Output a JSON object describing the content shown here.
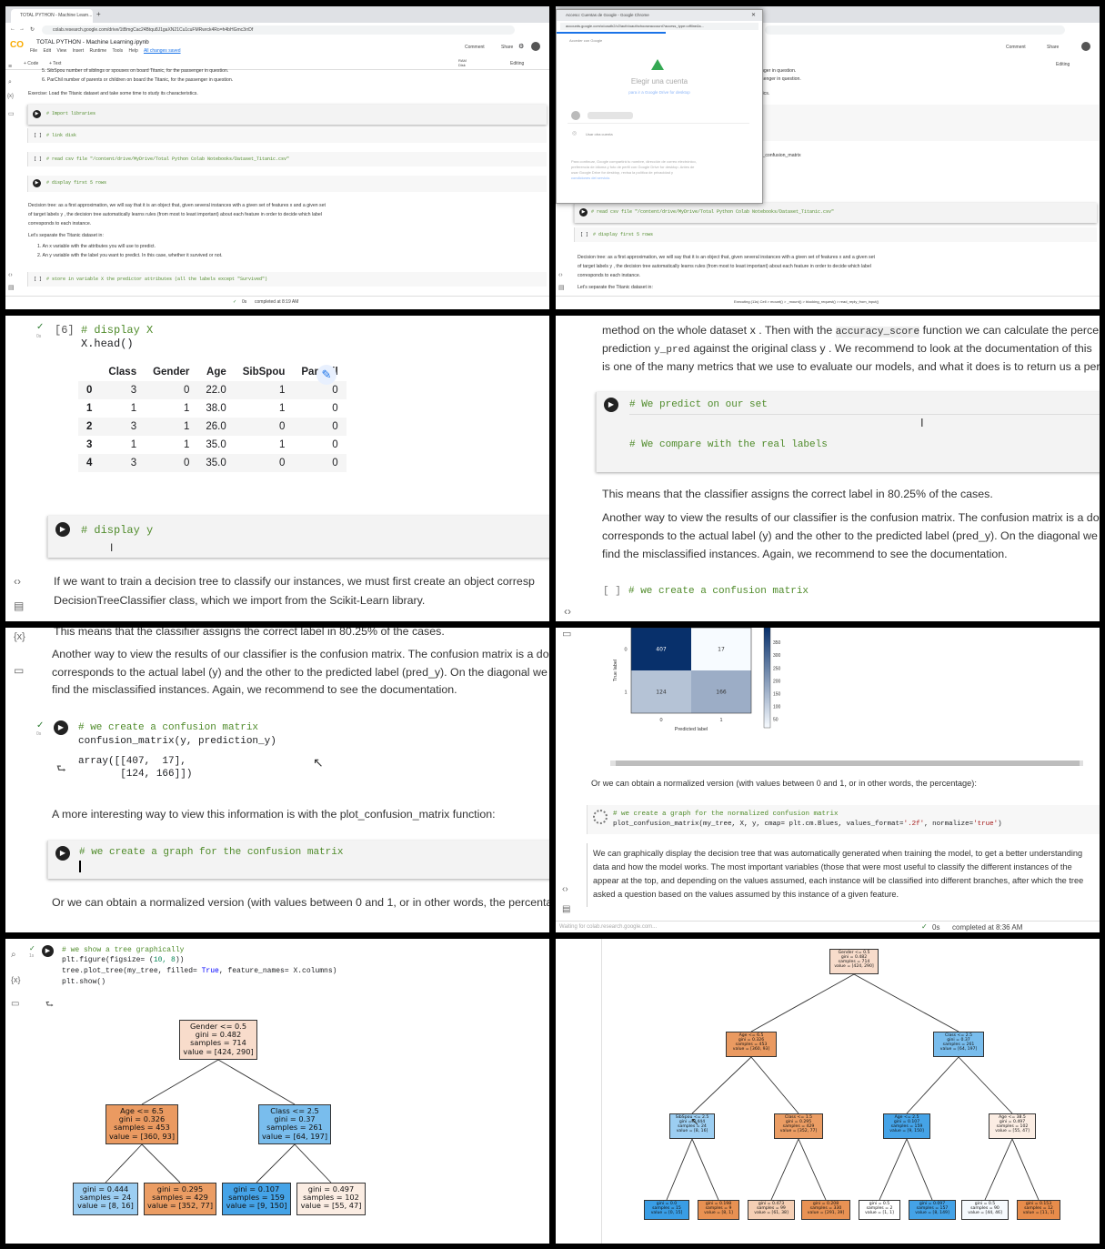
{
  "p1": {
    "tab_title": "TOTAL PYTHON - Machine Learn...",
    "url": "colab.research.google.com/drive/1tBmgCac24Btqu8J1gaXN21Cu1cuFMRwrck4Ro=h4bHGmc3rrDf",
    "notebook_title": "TOTAL PYTHON - Machine Learning.ipynb",
    "menus": [
      "File",
      "Edit",
      "View",
      "Insert",
      "Runtime",
      "Tools",
      "Help",
      "All changes saved"
    ],
    "add_code": "+ Code",
    "add_text": "+ Text",
    "comment": "Comment",
    "share": "Share",
    "editing": "Editing",
    "ram_label": "RAM",
    "disk_label": "Disk",
    "sibsp_line": "5. SibSpou  number of siblings or spouses on board Titanic, for the passenger in question.",
    "parchil_line": "6. ParChil  number of parents or children on board the Titanic, for the passenger in question.",
    "exercise_line": "Exercise: Load the Titanic dataset and take some time to study its characteristics.",
    "c1": "# Import libraries",
    "c2": "# link disk",
    "c3": "# read csv file \"/content/drive/MyDrive/Total Python Colab Notebooks/Dataset_Titanic.csv\"",
    "c4": "# display first 5 rows",
    "prose1": "Decision tree: as a first approximation, we will say that it is an object that, given several instances with a given set of features  x  and a given set",
    "prose2": "of target labels  y , the decision tree automatically learns rules (from most to least important) about each feature in order to decide which label",
    "prose3": "corresponds to each instance.",
    "prose4": "Let's separate the Titanic dataset in:",
    "prose5": "1. An  x  variable with the attributes you will use to predict.",
    "prose6": "2. An  y  variable with the label you want to predict. In this case, whether it survived or not.",
    "c5": "# store in variable X the predictor attributes (all the labels except \"Survived\")",
    "status_time": "0s",
    "status": "completed at 8:19 AM"
  },
  "p2": {
    "popup_title": "Acceso: Cuentas de Google - Google Chrome",
    "popup_url": "accounts.google.com/o/oauth2/v2/auth/oauthchooseaccount?access_type=offline&s...",
    "signin_google": "Acceder con Google",
    "choose": "Elegir una cuenta",
    "continue_to": "para ir a Google Drive for desktop",
    "other_account": "Usar otra cuenta",
    "fineprint1": "Para continuar, Google compartirá tu nombre, dirección de correo electrónico,",
    "fineprint2": "preferencia de idioma y foto de perfil con Google Drive for desktop. Antes de",
    "fineprint3": "usar Google Drive for desktop, revisa la política de privacidad y",
    "fineprint4": "condiciones del servicio.",
    "bg_line1": "nger in question.",
    "bg_line2": "senger in question.",
    "bg_line3": "tics.",
    "bg_cm": "t_confusion_matrix",
    "c1": "# read csv file \"/content/drive/MyDrive/Total Python Colab Notebooks/Dataset_Titanic.csv\"",
    "c2": "# display first 5 rows",
    "prose1": "Decision tree: as a first approximation, we will say that it is an object that, given several instances with a given set of features  x  and a given set",
    "prose2": "of target labels  y , the decision tree automatically learns rules (from most to least important) about each feature in order to decide which label",
    "prose3": "corresponds to each instance.",
    "prose4": "Let's separate the Titanic dataset in:",
    "status": "Executing (11s) Cell > mount() > _mount() > blocking_request() > read_reply_from_input()"
  },
  "p3": {
    "exec_count": "[6]",
    "code1": "# display X",
    "code2": "X.head()",
    "exec_time": "0s",
    "columns": [
      "Class",
      "Gender",
      "Age",
      "SibSpou",
      "ParChil"
    ],
    "rows": [
      [
        "0",
        "3",
        "0",
        "22.0",
        "1",
        "0"
      ],
      [
        "1",
        "1",
        "1",
        "38.0",
        "1",
        "0"
      ],
      [
        "2",
        "3",
        "1",
        "26.0",
        "0",
        "0"
      ],
      [
        "3",
        "1",
        "1",
        "35.0",
        "1",
        "0"
      ],
      [
        "4",
        "3",
        "0",
        "35.0",
        "0",
        "0"
      ]
    ],
    "cell2": "# display y",
    "prose1": "If we want to train a decision tree to classify our instances, we must first create an object corresp",
    "prose2": "DecisionTreeClassifier class, which we import from the Scikit-Learn library."
  },
  "p4": {
    "prose1a": "method on the whole dataset  x . Then with the ",
    "prose1b": "accuracy_score",
    "prose1c": " function we can calculate the percen",
    "prose2a": "prediction ",
    "prose2b": "y_pred",
    "prose2c": " against the original class  y . We recommend to look at the documentation of this",
    "prose3": "is one of the many metrics that we use to evaluate our models, and what it does is to return us a perc",
    "code1": "# We predict on our set",
    "code2": "# We compare with the real labels",
    "prose4": "This means that the classifier assigns the correct label in 80.25% of the cases.",
    "prose5": "Another way to view the results of our classifier is the confusion matrix. The confusion matrix is a do",
    "prose6": "corresponds to the actual label (y) and the other to the predicted label (pred_y). On the diagonal we f",
    "prose7": "find the misclassified instances. Again, we recommend to see the documentation.",
    "code3": "# we create a confusion matrix",
    "bracket": "[ ]"
  },
  "p5": {
    "cut_line": "This means that the classifier assigns the correct label in 80.25% of the cases.",
    "prose1": "Another way to view the results of our classifier is the confusion matrix. The confusion matrix is a do",
    "prose2": "corresponds to the actual label (y) and the other to the predicted label (pred_y). On the diagonal we f",
    "prose3": "find the misclassified instances. Again, we recommend to see the documentation.",
    "code1": "# we create a confusion matrix",
    "code2": "confusion_matrix(y, prediction_y)",
    "out1": "array([[407,  17],",
    "out2": "       [124, 166]])",
    "prose4": "A more interesting way to view this information is with the plot_confusion_matrix function:",
    "code3": "# we create a graph for the confusion matrix",
    "prose5": "Or we can obtain a normalized version (with values between 0 and 1, or in other words, the percentag",
    "exec_time": "0s",
    "var_icon": "{x}"
  },
  "p6": {
    "chart_data": {
      "type": "heatmap",
      "matrix": [
        [
          407,
          17
        ],
        [
          124,
          166
        ]
      ],
      "x_ticks": [
        "0",
        "1"
      ],
      "y_ticks": [
        "0",
        "1"
      ],
      "xlabel": "Predicted label",
      "ylabel": "True label",
      "colorbar_ticks": [
        350,
        300,
        250,
        200,
        150,
        100,
        50
      ],
      "colormap": "Blues"
    },
    "prose1": "Or we can obtain a normalized version (with values between 0 and 1, or in other words, the percentage):",
    "code1": "# we create a graph for the normalized confusion matrix",
    "code2a": "plot_confusion_matrix(my_tree, X, y, cmap= plt.cm.Blues, values_format=",
    "code2b": "'.2f'",
    "code2c": ", normalize=",
    "code2d": "'true'",
    "code2e": ")",
    "prose2": "We can graphically display the decision tree that was automatically generated when training the model, to get a better understanding",
    "prose3": "data and how the model works. The most important variables (those that were most useful to classify the different instances of the",
    "prose4": "appear at the top, and depending on the values assumed, each instance will be classified into different branches, after which the tree",
    "prose5": "asked a question based on the values assumed by this instance of a given feature.",
    "status_left": "Waiting for colab.research.google.com...",
    "status_time": "0s",
    "status": "completed at 8:36 AM"
  },
  "p7": {
    "code1": "# we show a tree graphically",
    "code2a": "plt.figure(figsize= (",
    "code2b": "10, 8",
    "code2c": "))",
    "code3a": "tree.plot_tree(my_tree, filled= ",
    "code3b": "True",
    "code3c": ", feature_names= X.columns)",
    "code4": "plt.show()",
    "exec_time": "1s",
    "chart_data": {
      "type": "tree",
      "nodes": [
        {
          "id": "root",
          "text": "Gender <= 0.5\ngini = 0.482\nsamples = 714\nvalue = [424, 290]",
          "color": "#f8dccb"
        },
        {
          "id": "l",
          "text": "Age <= 6.5\ngini = 0.326\nsamples = 453\nvalue = [360, 93]",
          "color": "#ea9a61"
        },
        {
          "id": "r",
          "text": "Class <= 2.5\ngini = 0.37\nsamples = 261\nvalue = [64, 197]",
          "color": "#79bded"
        },
        {
          "id": "ll",
          "text": "gini = 0.444\nsamples = 24\nvalue = [8, 16]",
          "color": "#9ccef2"
        },
        {
          "id": "lr",
          "text": "gini = 0.295\nsamples = 429\nvalue = [352, 77]",
          "color": "#eb9d64"
        },
        {
          "id": "rl",
          "text": "gini = 0.107\nsamples = 159\nvalue = [9, 150]",
          "color": "#45a3e7"
        },
        {
          "id": "rr",
          "text": "gini = 0.497\nsamples = 102\nvalue = [55, 47]",
          "color": "#fbede3"
        }
      ]
    }
  },
  "p8": {
    "chart_data": {
      "type": "tree",
      "nodes": [
        {
          "id": "root",
          "text": "Gender <= 0.5\ngini = 0.482\nsamples = 714\nvalue = [424, 290]",
          "color": "#f8dccb"
        },
        {
          "id": "a",
          "text": "Age <= 6.5\ngini = 0.326\nsamples = 453\nvalue = [360, 93]",
          "color": "#ea9a61"
        },
        {
          "id": "b",
          "text": "Class <= 2.5\ngini = 0.37\nsamples = 261\nvalue = [64, 197]",
          "color": "#79bded"
        },
        {
          "id": "aa",
          "text": "SibSpou <= 2.5\ngini = 0.444\nsamples = 24\nvalue = [8, 16]",
          "color": "#9ccef2"
        },
        {
          "id": "ab",
          "text": "Class <= 1.5\ngini = 0.295\nsamples = 429\nvalue = [352, 77]",
          "color": "#eb9d64"
        },
        {
          "id": "ba",
          "text": "Age <= 2.5\ngini = 0.107\nsamples = 159\nvalue = [9, 150]",
          "color": "#45a3e7"
        },
        {
          "id": "bb",
          "text": "Age <= 38.5\ngini = 0.497\nsamples = 102\nvalue = [55, 47]",
          "color": "#fbede3"
        },
        {
          "id": "aaa",
          "text": "gini = 0.0\nsamples = 15\nvalue = [0, 15]",
          "color": "#399de5"
        },
        {
          "id": "aab",
          "text": "gini = 0.198\nsamples = 9\nvalue = [8, 1]",
          "color": "#e89152"
        },
        {
          "id": "aba",
          "text": "gini = 0.473\nsamples = 99\nvalue = [61, 38]",
          "color": "#f5cfb4"
        },
        {
          "id": "abb",
          "text": "gini = 0.208\nsamples = 330\nvalue = [291, 39]",
          "color": "#e89254"
        },
        {
          "id": "baa",
          "text": "gini = 0.5\nsamples = 2\nvalue = [1, 1]",
          "color": "#ffffff"
        },
        {
          "id": "bab",
          "text": "gini = 0.097\nsamples = 157\nvalue = [8, 149]",
          "color": "#44a2e6"
        },
        {
          "id": "bba",
          "text": "gini = 0.5\nsamples = 90\nvalue = [44, 46]",
          "color": "#f6fafe"
        },
        {
          "id": "bbb",
          "text": "gini = 0.153\nsamples = 12\nvalue = [11, 1]",
          "color": "#e78c4b"
        }
      ]
    }
  },
  "colors": {
    "blue_dark": "#08306b",
    "blue_light": "#c6dbef",
    "cell_bg": "#f7f7f7",
    "comment_green": "#4f8b2a"
  }
}
